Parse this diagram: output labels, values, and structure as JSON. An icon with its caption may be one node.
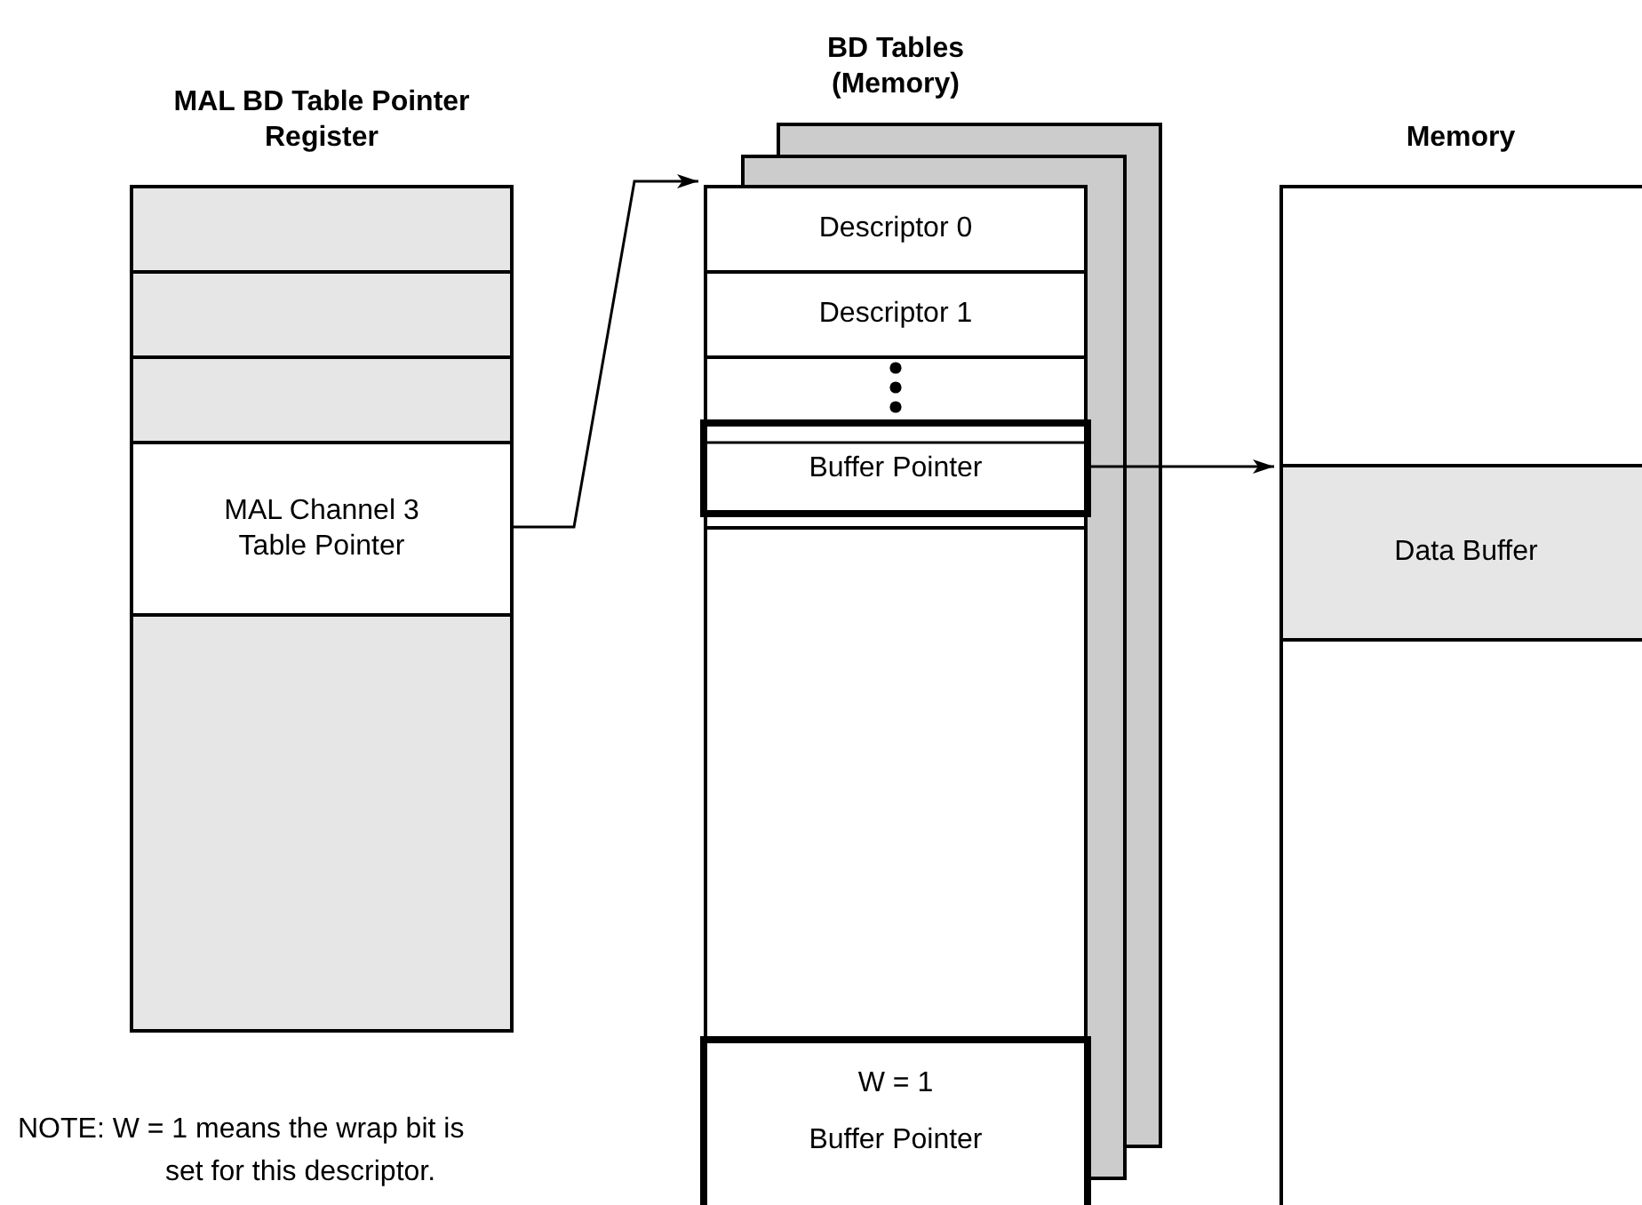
{
  "diagram": {
    "nodes": [
      {
        "text": [
          "MAL BD Table Pointer Register"
        ]
      },
      {
        "text": [],
        "shape": "box",
        "in": 0
      },
      {
        "text": [],
        "shape": "box",
        "in": 0
      },
      {
        "text": [],
        "shape": "box",
        "in": 0
      },
      {
        "text": [
          "MAL Channel 3 Table Pointer"
        ],
        "in": 0
      },
      {
        "text": [],
        "shape": "box",
        "in": 0
      },
      {
        "text": [
          "BD Tables (Memory)"
        ]
      },
      {
        "text": [
          "Descriptor 0"
        ],
        "in": 6
      },
      {
        "text": [
          "Descriptor 1"
        ],
        "in": 6
      },
      {
        "text": [
          "Buffer Pointer"
        ],
        "in": 6
      },
      {
        "text": [
          "W = 1"
        ],
        "in": 6
      },
      {
        "text": [
          "Buffer Pointer"
        ],
        "in": 6
      },
      {
        "text": [
          "Memory"
        ]
      },
      {
        "text": [
          "Data Buffer"
        ],
        "in": 12
      }
    ],
    "edges": [
      {
        "from": 4,
        "to": 7,
        "arrow": "to"
      },
      {
        "from": 9,
        "to": 13,
        "arrow": "to"
      }
    ],
    "labels": [
      "NOTE: W = 1 means the wrap bit is set for this descriptor."
    ]
  }
}
